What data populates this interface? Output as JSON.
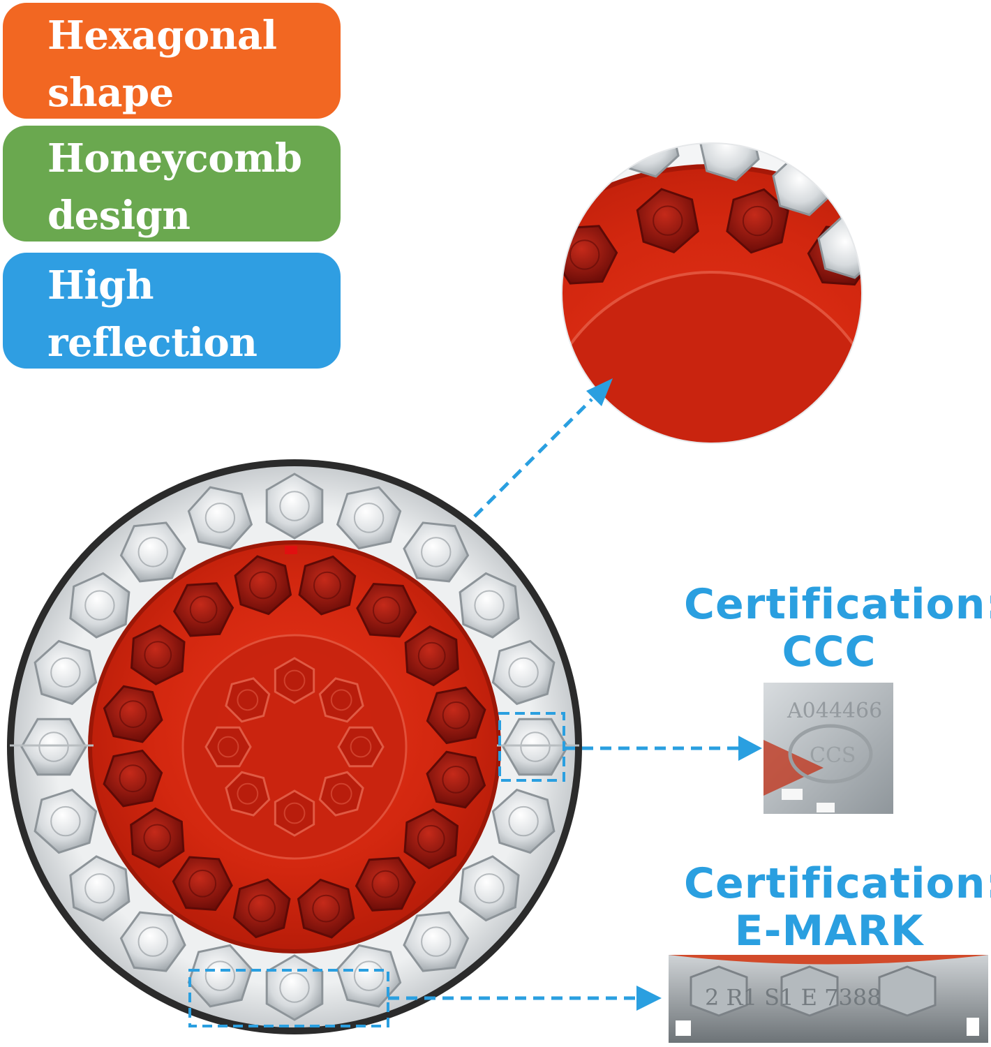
{
  "features": [
    {
      "line1": "Hexagonal",
      "line2": "shape",
      "color": "#f26722"
    },
    {
      "line1": "Honeycomb",
      "line2": "design",
      "color": "#6aa84f"
    },
    {
      "line1": "High",
      "line2": "reflection",
      "color": "#2f9ee2"
    }
  ],
  "certifications": [
    {
      "line1": "Certification:",
      "line2": "CCC"
    },
    {
      "line1": "Certification:",
      "line2": "E-MARK"
    }
  ],
  "colors": {
    "cert_text": "#2a9fe0",
    "arrow": "#2a9fe0",
    "lamp_red": "#c8200c",
    "lamp_clear": "#dfe3e6"
  }
}
